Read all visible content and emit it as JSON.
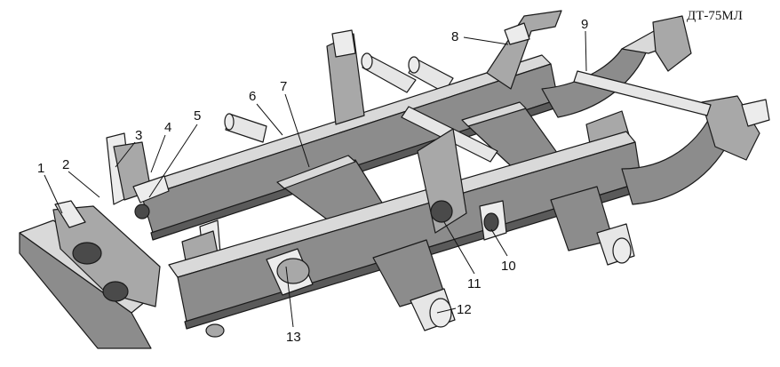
{
  "model_label": "ДТ-75МЛ",
  "callouts": [
    {
      "id": "1",
      "label": "1"
    },
    {
      "id": "2",
      "label": "2"
    },
    {
      "id": "3",
      "label": "3"
    },
    {
      "id": "4",
      "label": "4"
    },
    {
      "id": "5",
      "label": "5"
    },
    {
      "id": "6",
      "label": "6"
    },
    {
      "id": "7",
      "label": "7"
    },
    {
      "id": "8",
      "label": "8"
    },
    {
      "id": "9",
      "label": "9"
    },
    {
      "id": "10",
      "label": "10"
    },
    {
      "id": "11",
      "label": "11"
    },
    {
      "id": "12",
      "label": "12"
    },
    {
      "id": "13",
      "label": "13"
    }
  ]
}
